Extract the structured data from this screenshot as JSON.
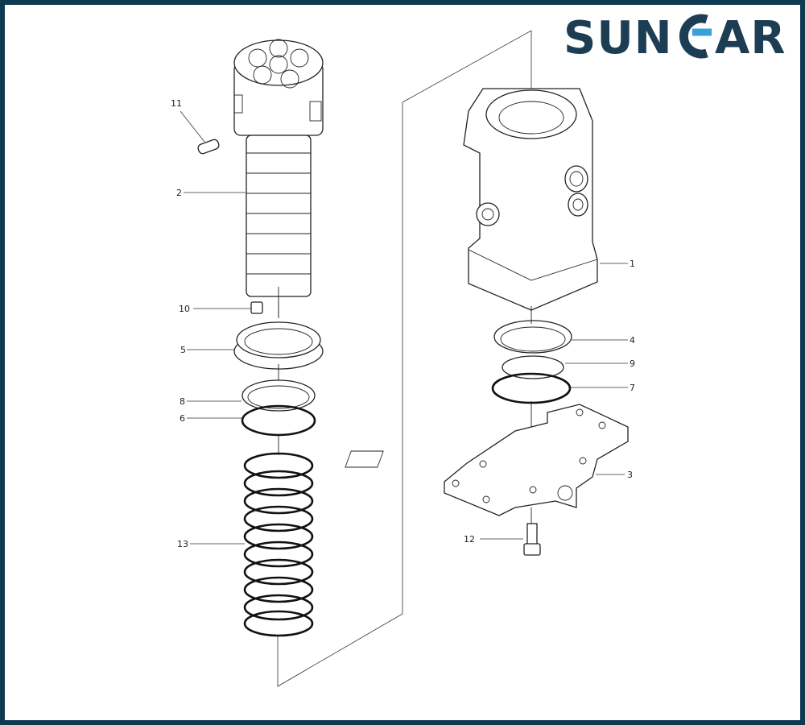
{
  "brand": {
    "logo_text_left": "SUN",
    "logo_text_right": "AR",
    "colors": {
      "primary": "#1d3d55",
      "accent": "#3aa0d8",
      "frame": "#0e3a52"
    }
  },
  "callouts": {
    "c1": "1",
    "c2": "2",
    "c3": "3",
    "c4": "4",
    "c5": "5",
    "c6": "6",
    "c7": "7",
    "c8": "8",
    "c9": "9",
    "c10": "10",
    "c11": "11",
    "c12": "12",
    "c13": "13"
  }
}
